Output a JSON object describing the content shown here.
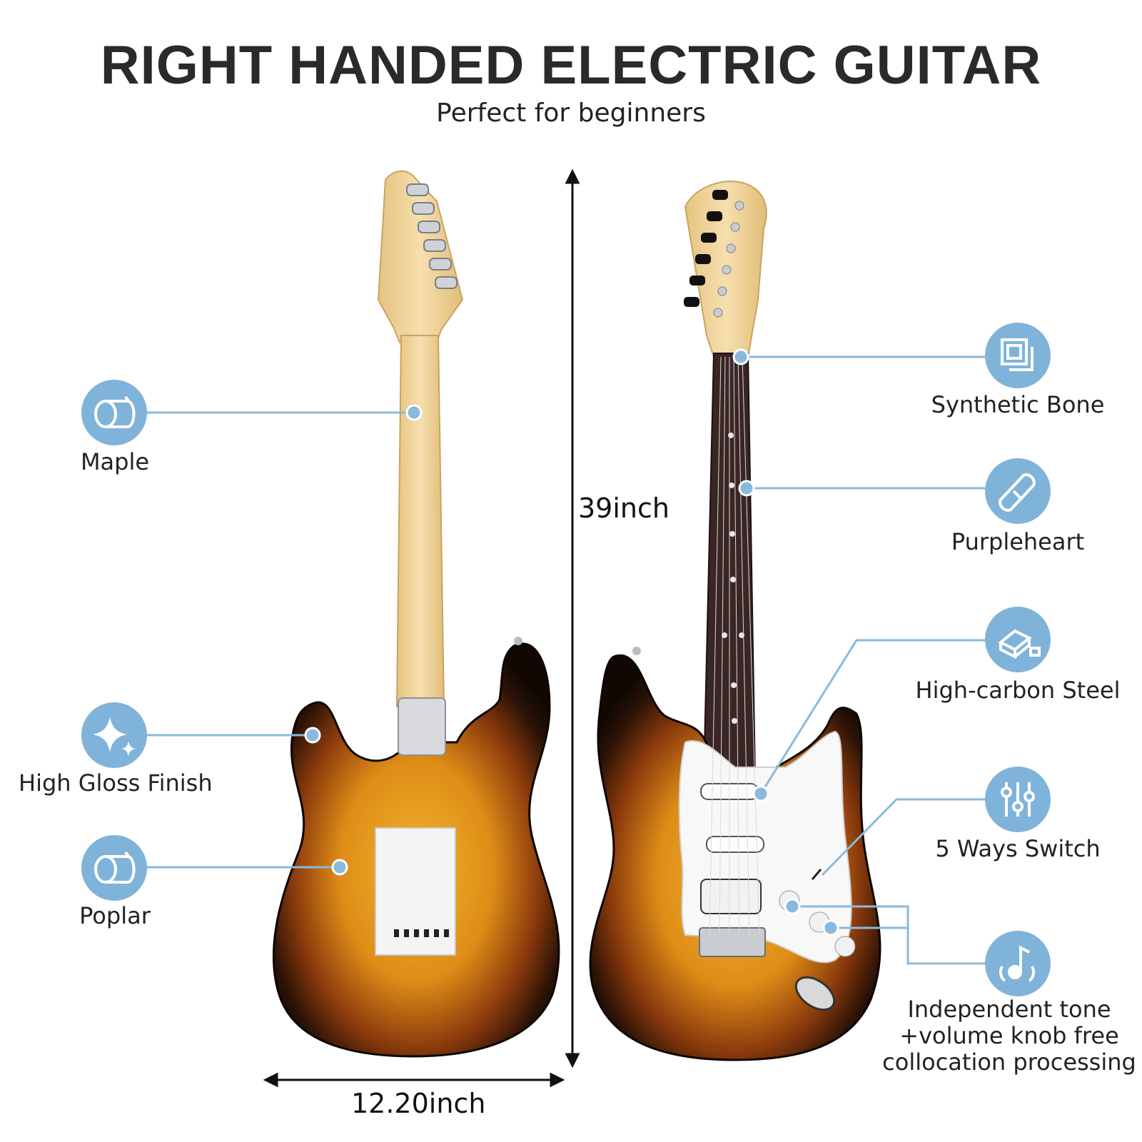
{
  "title": "RIGHT HANDED ELECTRIC GUITAR",
  "subtitle": "Perfect for beginners",
  "dimensions": {
    "height": "39inch",
    "width": "12.20inch"
  },
  "features_left": [
    {
      "icon": "maple-log-icon",
      "label": "Maple"
    },
    {
      "icon": "sparkle-icon",
      "label": "High Gloss Finish"
    },
    {
      "icon": "poplar-log-icon",
      "label": "Poplar"
    }
  ],
  "features_right": [
    {
      "icon": "nut-squares-icon",
      "label": "Synthetic Bone"
    },
    {
      "icon": "wood-plank-icon",
      "label": "Purpleheart"
    },
    {
      "icon": "steel-bars-icon",
      "label": "High-carbon Steel"
    },
    {
      "icon": "sliders-icon",
      "label": "5 Ways Switch"
    },
    {
      "icon": "music-note-icon",
      "label": "Independent tone +volume knob free collocation processing"
    }
  ],
  "colors": {
    "accent": "#80b3d9",
    "sunburst_center": "#e9a21f",
    "sunburst_edge": "#1a0d05",
    "maple": "#f0d59c"
  }
}
